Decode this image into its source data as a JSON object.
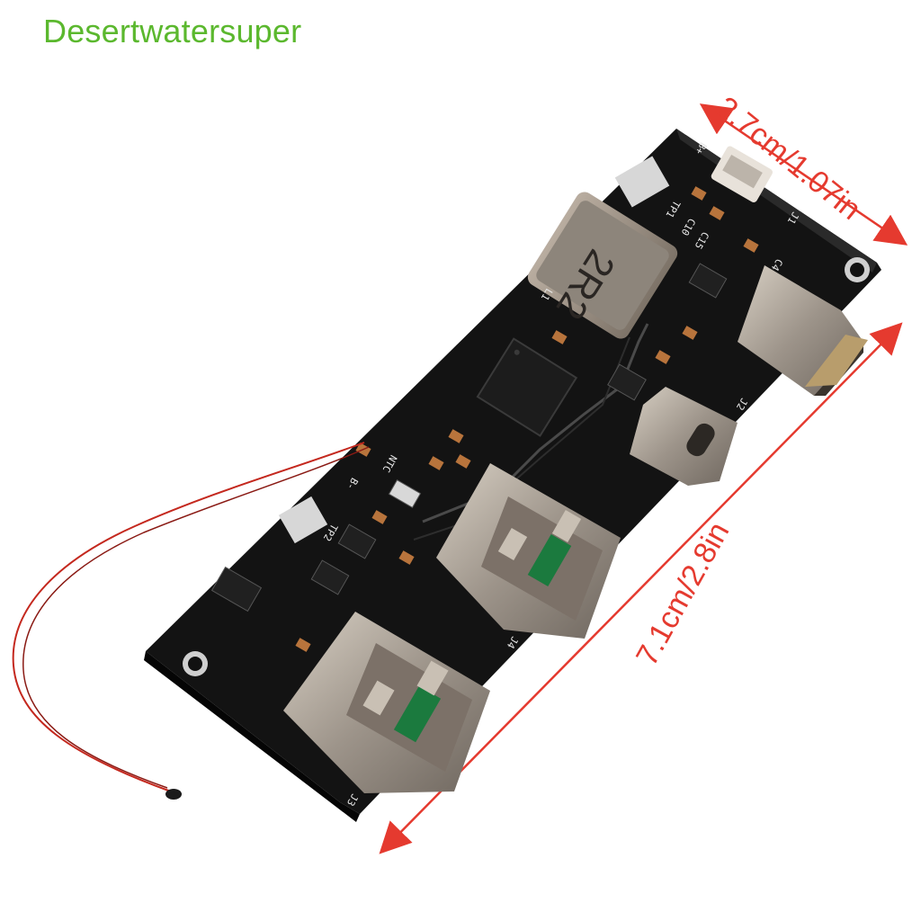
{
  "brand": {
    "name": "Desertwatersuper",
    "color": "#5bb82e"
  },
  "dimensions": {
    "width_label": "2.7cm/1.07in",
    "length_label": "7.1cm/2.8in",
    "color": "#e53a2f"
  },
  "board": {
    "color": "#111111",
    "inductor_marking": "2R2",
    "labels": {
      "b_plus": "B+",
      "b_minus": "B-",
      "tp1": "TP1",
      "tp2": "TP2",
      "ntc": "NTC",
      "j1": "J1",
      "j2": "J2",
      "j3": "J3",
      "j4": "J4",
      "l1": "L1",
      "c4": "C4",
      "c10": "C10",
      "c15": "C15"
    }
  }
}
